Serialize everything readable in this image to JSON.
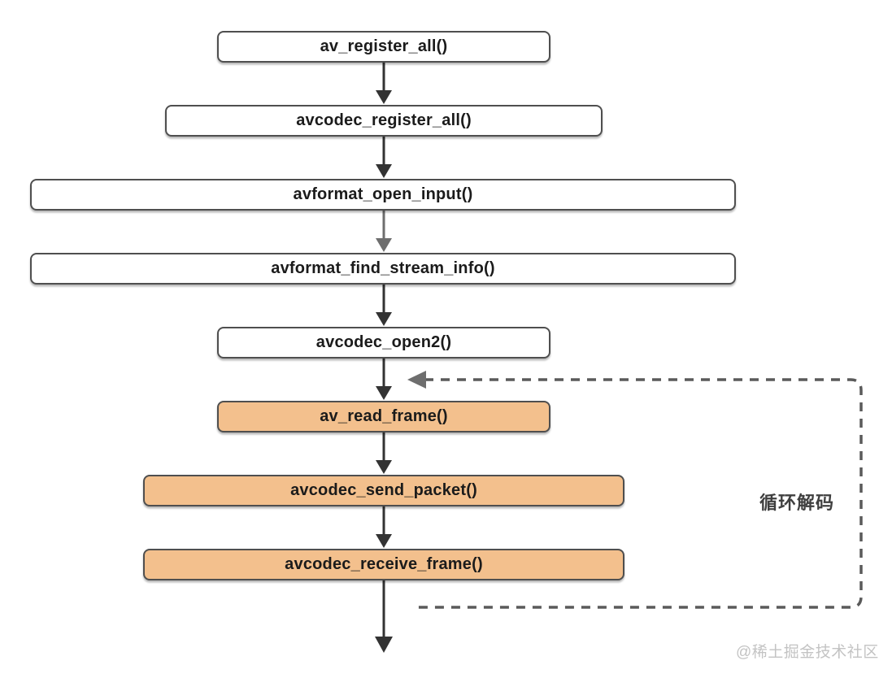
{
  "diagram": {
    "type": "flowchart",
    "nodes": [
      {
        "label": "av_register_all()",
        "highlighted": false
      },
      {
        "label": "avcodec_register_all()",
        "highlighted": false
      },
      {
        "label": "avformat_open_input()",
        "highlighted": false
      },
      {
        "label": "avformat_find_stream_info()",
        "highlighted": false
      },
      {
        "label": "avcodec_open2()",
        "highlighted": false
      },
      {
        "label": "av_read_frame()",
        "highlighted": true
      },
      {
        "label": "avcodec_send_packet()",
        "highlighted": true
      },
      {
        "label": "avcodec_receive_frame()",
        "highlighted": true
      }
    ],
    "edges": [
      {
        "from": 0,
        "to": 1,
        "style": "solid"
      },
      {
        "from": 1,
        "to": 2,
        "style": "solid"
      },
      {
        "from": 2,
        "to": 3,
        "style": "solid"
      },
      {
        "from": 3,
        "to": 4,
        "style": "solid"
      },
      {
        "from": 4,
        "to": 5,
        "style": "solid"
      },
      {
        "from": 5,
        "to": 6,
        "style": "solid"
      },
      {
        "from": 6,
        "to": 7,
        "style": "solid"
      },
      {
        "from": 7,
        "to": 5,
        "style": "dashed",
        "label": "循环解码"
      }
    ],
    "loop_label": "循环解码",
    "watermark": "@稀土掘金技术社区",
    "colors": {
      "node_fill": "#ffffff",
      "highlight_fill": "#f3c08d",
      "node_border": "#4f4f4f",
      "arrow": "#333333",
      "arrow_gray": "#6e6e6e",
      "dashed_loop": "#5a5a5a",
      "loop_label_color": "#3f3f3f",
      "watermark_text": "#c3c3c3"
    }
  }
}
